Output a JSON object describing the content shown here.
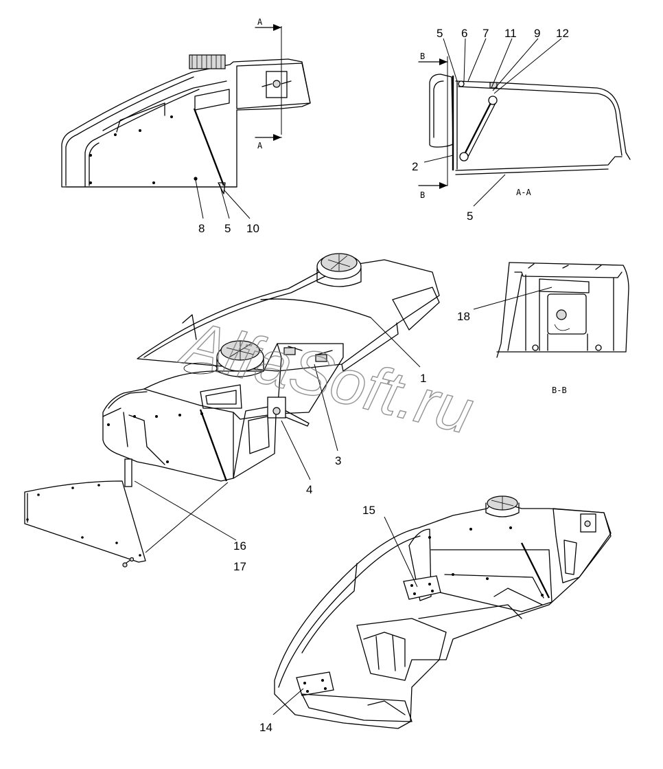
{
  "watermark": "AlfaSoft.ru",
  "section_labels": {
    "a_top": "A",
    "a_bottom": "A",
    "b_top": "B",
    "b_bottom": "B",
    "view_aa": "A-A",
    "view_bb": "B-B"
  },
  "callouts": {
    "c1": "1",
    "c2": "2",
    "c3": "3",
    "c4": "4",
    "c5a": "5",
    "c5b": "5",
    "c5c": "5",
    "c6": "6",
    "c7": "7",
    "c8": "8",
    "c9": "9",
    "c10": "10",
    "c11": "11",
    "c12": "12",
    "c14": "14",
    "c15": "15",
    "c16": "16",
    "c17": "17",
    "c18": "18"
  }
}
